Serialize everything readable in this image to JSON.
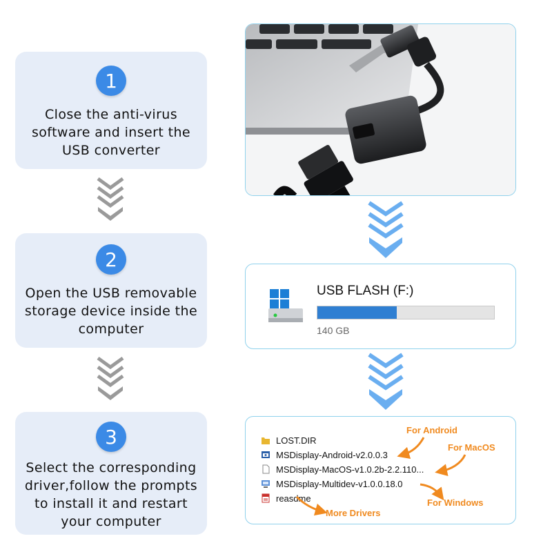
{
  "steps": [
    {
      "number": "1",
      "text": "Close the anti-virus software and insert the USB converter"
    },
    {
      "number": "2",
      "text": "Open the USB removable storage device inside the computer"
    },
    {
      "number": "3",
      "text": "Select the corresponding driver,follow the prompts to install it and restart your computer"
    }
  ],
  "drive": {
    "label": "USB FLASH (F:)",
    "capacity": "140 GB",
    "fill_fraction": 0.45,
    "bar_color": "#2f7fd2"
  },
  "files": [
    {
      "name": "LOST.DIR",
      "icon": "folder-icon"
    },
    {
      "name": "MSDisplay-Android-v2.0.0.3",
      "icon": "app-icon"
    },
    {
      "name": "MSDisplay-MacOS-v1.0.2b-2.2.110...",
      "icon": "document-icon"
    },
    {
      "name": "MSDisplay-Multidev-v1.0.0.18.0",
      "icon": "installer-icon"
    },
    {
      "name": "reasdme",
      "icon": "readme-icon"
    }
  ],
  "annotations": {
    "android": "For Android",
    "macos": "For MacOS",
    "windows": "For Windows",
    "more": "More Drivers"
  },
  "colors": {
    "step_card": "#e6edf8",
    "step_badge": "#3b8ae6",
    "arrow_blue": "#6aaef0",
    "arrow_grey": "#9a9a9a",
    "annotation": "#f08a1f",
    "panel_border": "#8fd1ec"
  }
}
